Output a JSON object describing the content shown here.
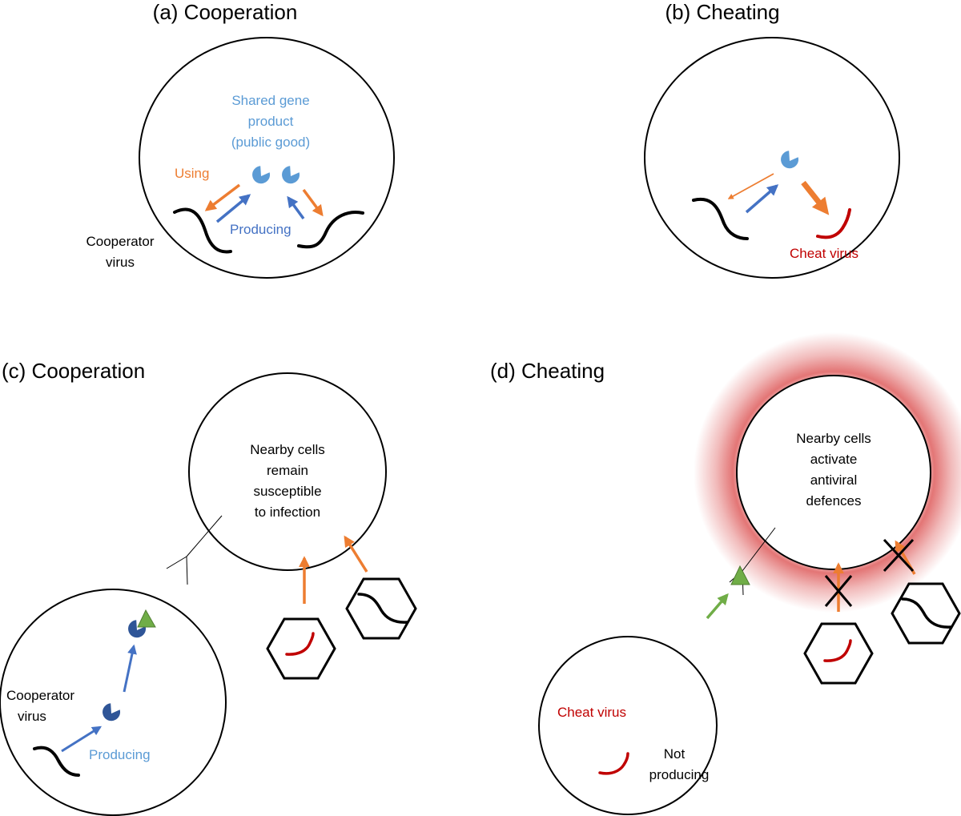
{
  "colors": {
    "orange": "#ed7d31",
    "blue": "#4472c4",
    "light_blue": "#5b9bd5",
    "dark_blue": "#2f5597",
    "red": "#c00000",
    "green": "#70ad47",
    "glow": "#e06666"
  },
  "panel_a": {
    "title": "(a) Cooperation",
    "public_good_line1": "Shared gene",
    "public_good_line2": "product",
    "public_good_line3": "(public good)",
    "using": "Using",
    "producing": "Producing",
    "virus_line1": "Cooperator",
    "virus_line2": "virus"
  },
  "panel_b": {
    "title": "(b) Cheating",
    "cheat_virus": "Cheat virus"
  },
  "panel_c": {
    "title": "(c) Cooperation",
    "nearby_line1": "Nearby cells",
    "nearby_line2": "remain",
    "nearby_line3": "susceptible",
    "nearby_line4": "to infection",
    "virus_line1": "Cooperator",
    "virus_line2": "virus",
    "producing": "Producing"
  },
  "panel_d": {
    "title": "(d) Cheating",
    "nearby_line1": "Nearby cells",
    "nearby_line2": "activate",
    "nearby_line3": "antiviral",
    "nearby_line4": "defences",
    "cheat_virus": "Cheat virus",
    "not_line1": "Not",
    "not_line2": "producing"
  }
}
